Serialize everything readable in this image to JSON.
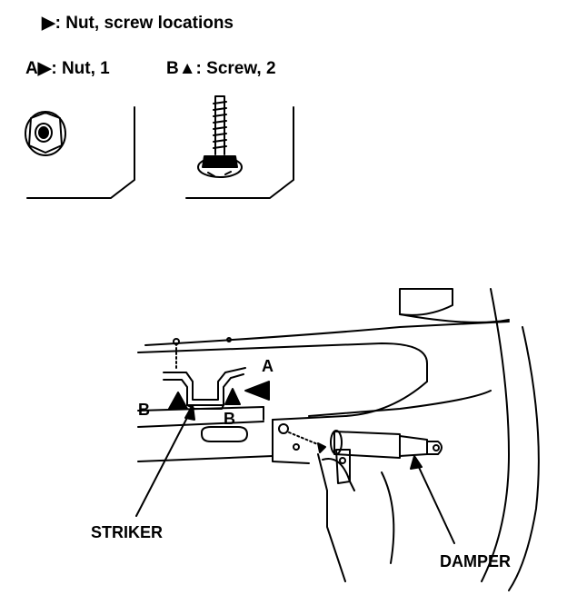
{
  "legend": {
    "marker": "▶",
    "text": ": Nut, screw locations"
  },
  "parts": [
    {
      "letter": "A",
      "marker": "▶",
      "text": ": Nut, 1",
      "icon": "flange-nut-icon"
    },
    {
      "letter": "B",
      "marker": "▲",
      "text": ": Screw, 2",
      "icon": "flange-screw-icon"
    }
  ],
  "callouts": {
    "a": "A",
    "b_left": "B",
    "b_right": "B",
    "striker": "STRIKER",
    "damper": "DAMPER"
  }
}
